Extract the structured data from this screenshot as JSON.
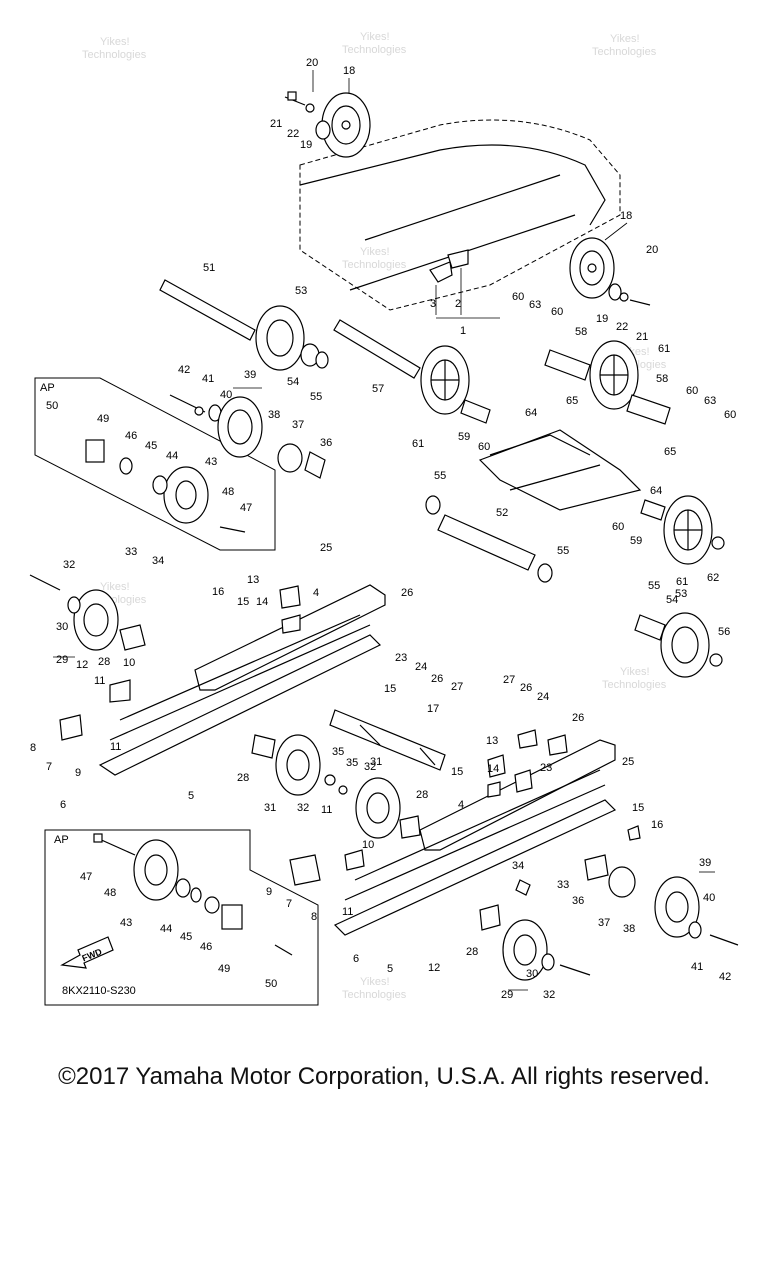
{
  "diagram": {
    "drawing_code": "8KX2110-S230",
    "ap_label": "AP",
    "fwd_label": "FWD",
    "watermark": [
      "Yikes!",
      "Technologies"
    ]
  },
  "copyright": "©2017 Yamaha Motor Corporation, U.S.A. All rights reserved.",
  "callouts": [
    "1",
    "2",
    "3",
    "4",
    "5",
    "6",
    "7",
    "8",
    "9",
    "10",
    "11",
    "12",
    "13",
    "14",
    "15",
    "16",
    "17",
    "18",
    "19",
    "20",
    "21",
    "22",
    "23",
    "24",
    "25",
    "26",
    "27",
    "28",
    "29",
    "30",
    "31",
    "32",
    "33",
    "34",
    "35",
    "36",
    "37",
    "38",
    "39",
    "40",
    "41",
    "42",
    "43",
    "44",
    "45",
    "46",
    "47",
    "48",
    "49",
    "50",
    "51",
    "52",
    "53",
    "54",
    "55",
    "56",
    "57",
    "58",
    "59",
    "60",
    "61",
    "62",
    "63",
    "64",
    "65"
  ]
}
